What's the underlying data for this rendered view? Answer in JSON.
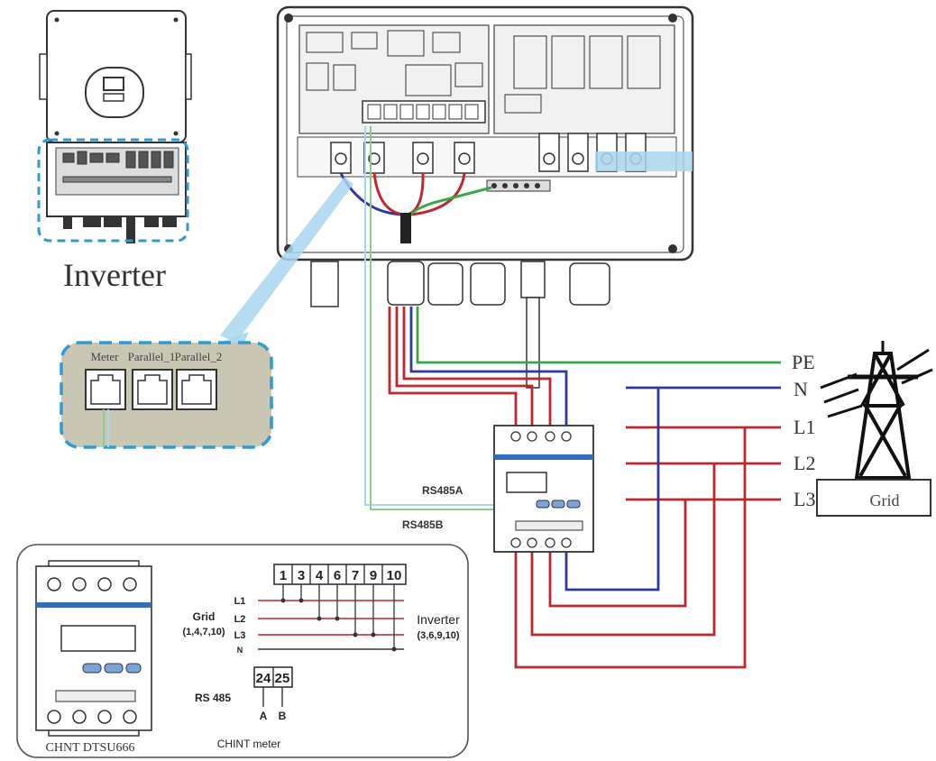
{
  "inverter_label": "Inverter",
  "ports": {
    "meter": "Meter",
    "parallel_1": "Parallel_1",
    "parallel_2": "Parallel_2"
  },
  "grid_lines": {
    "pe": "PE",
    "n": "N",
    "l1": "L1",
    "l2": "L2",
    "l3": "L3"
  },
  "grid_box_label": "Grid",
  "rs485a": "RS485A",
  "rs485b": "RS485B",
  "inset": {
    "meter_model": "CHNT DTSU666",
    "terminals_top": [
      "1",
      "3",
      "4",
      "6",
      "7",
      "9",
      "10"
    ],
    "line_labels": [
      "L1",
      "L2",
      "L3",
      "N"
    ],
    "grid_label": "Grid",
    "grid_terminals": "(1,4,7,10)",
    "inverter_label": "Inverter",
    "inverter_terminals": "(3,6,9,10)",
    "rs485_label": "RS 485",
    "rs485_terminals": [
      "24",
      "25"
    ],
    "rs485_ab": [
      "A",
      "B"
    ],
    "chint_meter_label": "CHINT meter"
  },
  "colors": {
    "red": "#c0272d",
    "blue": "#2e3a9a",
    "green": "#3aa64a",
    "light_green": "#8fc98f",
    "light_blue": "#a9d6ee",
    "dashed_blue": "#2e9ad6",
    "port_panel": "#c9c7b4"
  }
}
